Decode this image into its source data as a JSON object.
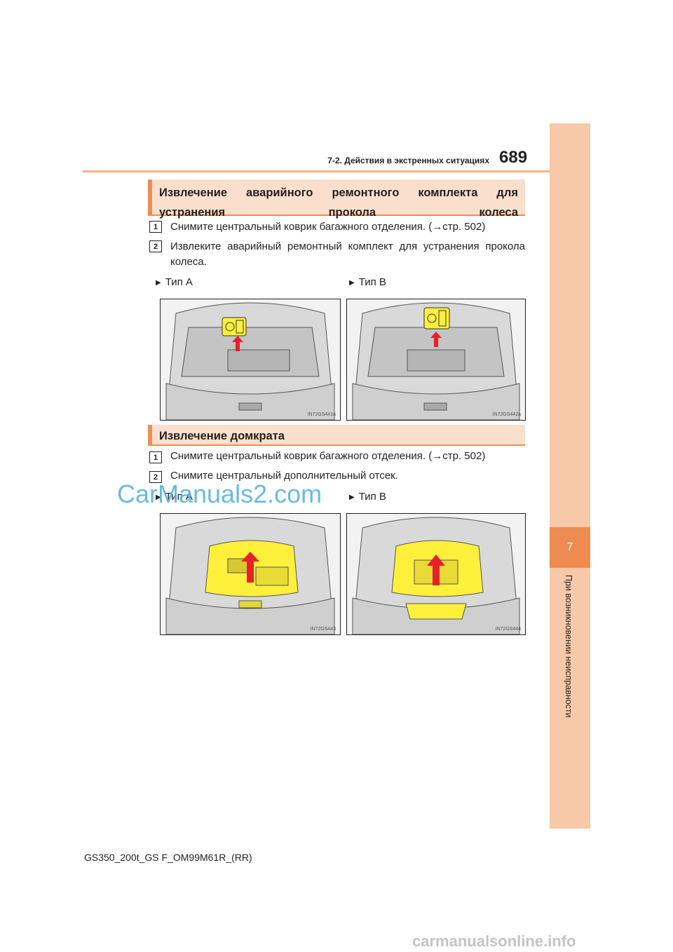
{
  "header": {
    "section": "7-2. Действия в экстренных ситуациях",
    "page_number": "689"
  },
  "side_tab": {
    "chapter_number": "7",
    "chapter_title": "При возникновении неисправности"
  },
  "section1": {
    "title": "Извлечение аварийного ремонтного комплекта для устранения прокола колеса",
    "steps": [
      {
        "num": "1",
        "text": "Снимите центральный коврик багажного отделения. (→стр. 502)"
      },
      {
        "num": "2",
        "text": "Извлеките аварийный ремонтный комплект для устранения прокола колеса."
      }
    ],
    "types": [
      {
        "label": "Тип A",
        "code": "IN72GS441a"
      },
      {
        "label": "Тип B",
        "code": "IN72GS442a"
      }
    ]
  },
  "section2": {
    "title": "Извлечение домкрата",
    "steps": [
      {
        "num": "1",
        "text": "Снимите центральный коврик багажного отделения. (→стр. 502)"
      },
      {
        "num": "2",
        "text": "Снимите центральный дополнительный отсек."
      }
    ],
    "types": [
      {
        "label": "Тип A",
        "code": "IN72GS443"
      },
      {
        "label": "Тип B",
        "code": "IN72GS444"
      }
    ]
  },
  "footer": {
    "model": "GS350_200t_GS F_OM99M61R_(RR)",
    "site": "carmanualsonline.info",
    "watermark": "CarManuals2.com"
  },
  "colors": {
    "accent": "#ED8F55",
    "tab": "#F7C9A8",
    "highlight_yellow": "#FFF03C",
    "arrow_red": "#E8202A"
  }
}
